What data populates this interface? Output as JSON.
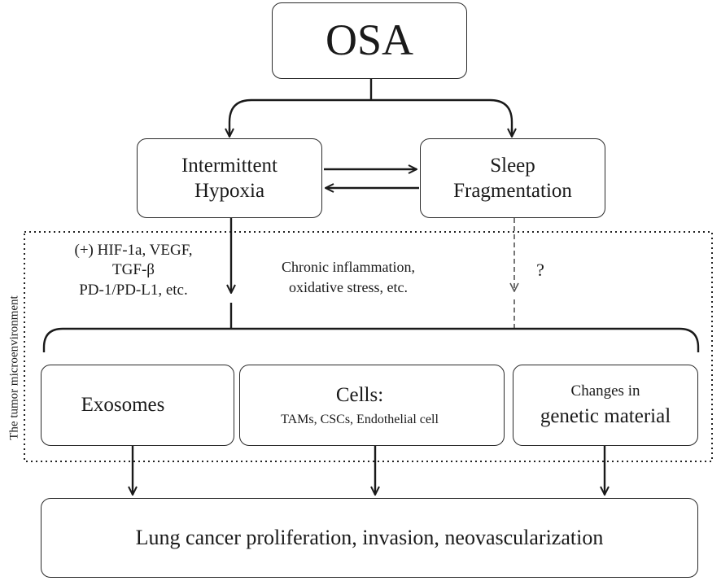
{
  "nodes": {
    "osa": "OSA",
    "hypoxia": [
      "Intermittent",
      "Hypoxia"
    ],
    "sleep": [
      "Sleep",
      "Fragmentation"
    ],
    "exosomes": "Exosomes",
    "cells_title": "Cells:",
    "cells_sub": "TAMs, CSCs, Endothelial cell",
    "genetic": [
      "Changes in",
      "genetic material"
    ],
    "outcome": "Lung cancer proliferation, invasion, neovascularization"
  },
  "annotations": {
    "left_factors": [
      "(+) HIF-1a, VEGF,",
      "TGF-β",
      "PD-1/PD-L1, etc."
    ],
    "middle_factors": [
      "Chronic inflammation,",
      "oxidative stress, etc."
    ],
    "question": "?"
  },
  "region_label": "The tumor microenvironment"
}
